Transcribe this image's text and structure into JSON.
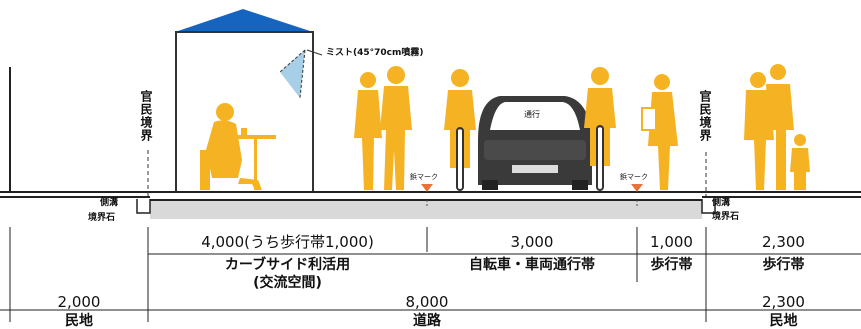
{
  "colors": {
    "figure": "#F5B323",
    "tent_roof": "#1565C0",
    "car": "#3A3A3A",
    "road_line": "#222222",
    "paving": "#D9D9D9",
    "marker": "#E8733A",
    "mist": "#5FA8D3"
  },
  "annotations": {
    "mist": "ミスト(45°70cm噴霧)",
    "car_sign": "通行",
    "boundary_left": "官民境界",
    "boundary_right": "官民境界",
    "gutter_left": "側溝",
    "curb_left": "境界石",
    "gutter_right": "側溝",
    "curb_right": "境界石",
    "marker_1": "鋲マーク",
    "marker_2": "鋲マーク"
  },
  "dimensions": {
    "curbside_width": "4,000(うち歩行帯1,000)",
    "curbside_label_1": "カーブサイド利活用",
    "curbside_label_2": "(交流空間)",
    "bike_width": "3,000",
    "bike_label": "自転車・車両通行帯",
    "walk_width": "1,000",
    "walk_label": "歩行帯",
    "right_walk_width": "2,300",
    "right_walk_label": "歩行帯",
    "private_left_width": "2,000",
    "private_left_label": "民地",
    "road_width": "8,000",
    "road_label": "道路",
    "private_right_width": "2,300",
    "private_right_label": "民地"
  }
}
